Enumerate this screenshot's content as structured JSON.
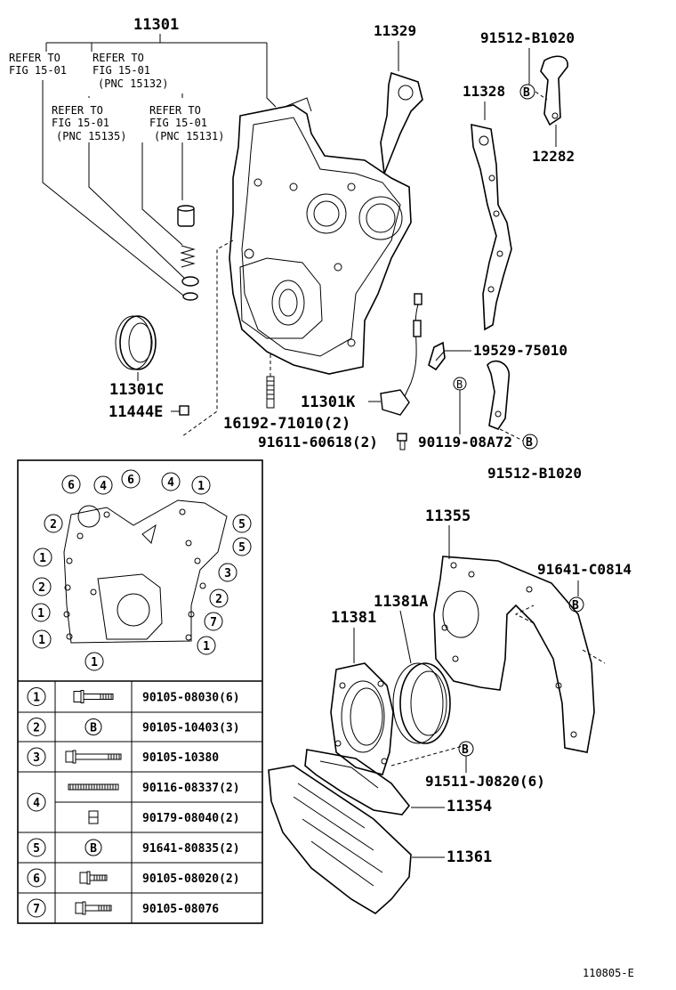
{
  "diagram_code": "110805-E",
  "parts": {
    "p11301": "11301",
    "p11329": "11329",
    "p91512_top": "91512-B1020",
    "p11328": "11328",
    "p12282": "12282",
    "p11301C": "11301C",
    "p11444E": "11444E",
    "p16192": "16192-71010(2)",
    "p11301K": "11301K",
    "p19529": "19529-75010",
    "p91611": "91611-60618(2)",
    "p90119": "90119-08A72",
    "p91512_bottom": "91512-B1020",
    "p11355": "11355",
    "p91641": "91641-C0814",
    "p11381A": "11381A",
    "p11381": "11381",
    "p91511": "91511-J0820(6)",
    "p11354": "11354",
    "p11361": "11361"
  },
  "refs": [
    {
      "line1": "REFER TO",
      "line2": "FIG 15-01",
      "line3": ""
    },
    {
      "line1": "REFER TO",
      "line2": "FIG 15-01",
      "line3": "(PNC 15132)"
    },
    {
      "line1": "REFER TO",
      "line2": "FIG 15-01",
      "line3": "(PNC 15135)"
    },
    {
      "line1": "REFER TO",
      "line2": "FIG 15-01",
      "line3": "(PNC 15131)"
    }
  ],
  "bolt_marker": "B",
  "bolt_table": [
    {
      "key": "1",
      "icon": "bolt-long-flange-icon",
      "part": "90105-08030(6)"
    },
    {
      "key": "2",
      "icon": "circled-b-icon",
      "part": "90105-10403(3)"
    },
    {
      "key": "3",
      "icon": "bolt-extra-long-icon",
      "part": "90105-10380"
    },
    {
      "key": "4",
      "icon": "stud-bolt-icon",
      "part": "90116-08337(2)"
    },
    {
      "key": "",
      "icon": "nut-icon",
      "part": "90179-08040(2)"
    },
    {
      "key": "5",
      "icon": "circled-b-icon",
      "part": "91641-80835(2)"
    },
    {
      "key": "6",
      "icon": "bolt-short-flange-icon",
      "part": "90105-08020(2)"
    },
    {
      "key": "7",
      "icon": "bolt-medium-flange-icon",
      "part": "90105-08076"
    }
  ],
  "locator_numbers": {
    "n6a": "6",
    "n4a": "4",
    "n6b": "6",
    "n4b": "4",
    "n1a": "1",
    "n2a": "2",
    "n5a": "5",
    "n5b": "5",
    "n1b": "1",
    "n3a": "3",
    "n2b": "2",
    "n2c": "2",
    "n1c": "1",
    "n7a": "7",
    "n1d": "1",
    "n1e": "1",
    "n1f": "1"
  }
}
